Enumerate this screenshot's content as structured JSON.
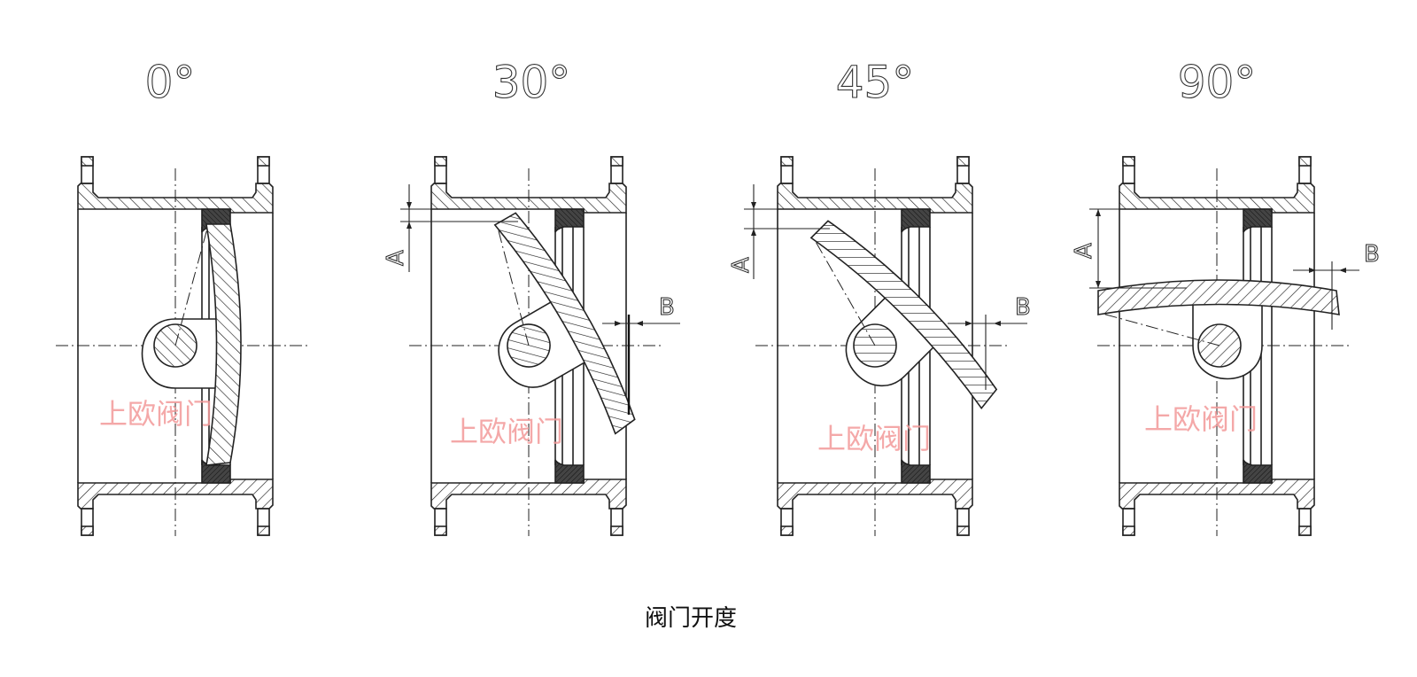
{
  "panels": [
    {
      "label": "0°",
      "angle": 0,
      "watermark": "上欧阀门"
    },
    {
      "label": "30°",
      "angle": 30,
      "watermark": "上欧阀门",
      "dim_a": "A",
      "dim_b": "B"
    },
    {
      "label": "45°",
      "angle": 45,
      "watermark": "上欧阀门",
      "dim_a": "A",
      "dim_b": "B"
    },
    {
      "label": "90°",
      "angle": 90,
      "watermark": "上欧阀门",
      "dim_a": "A",
      "dim_b": "B"
    }
  ],
  "caption": "阀门开度",
  "colors": {
    "line": "#222222",
    "watermark": "#f39a9a",
    "seal": "#444444"
  }
}
